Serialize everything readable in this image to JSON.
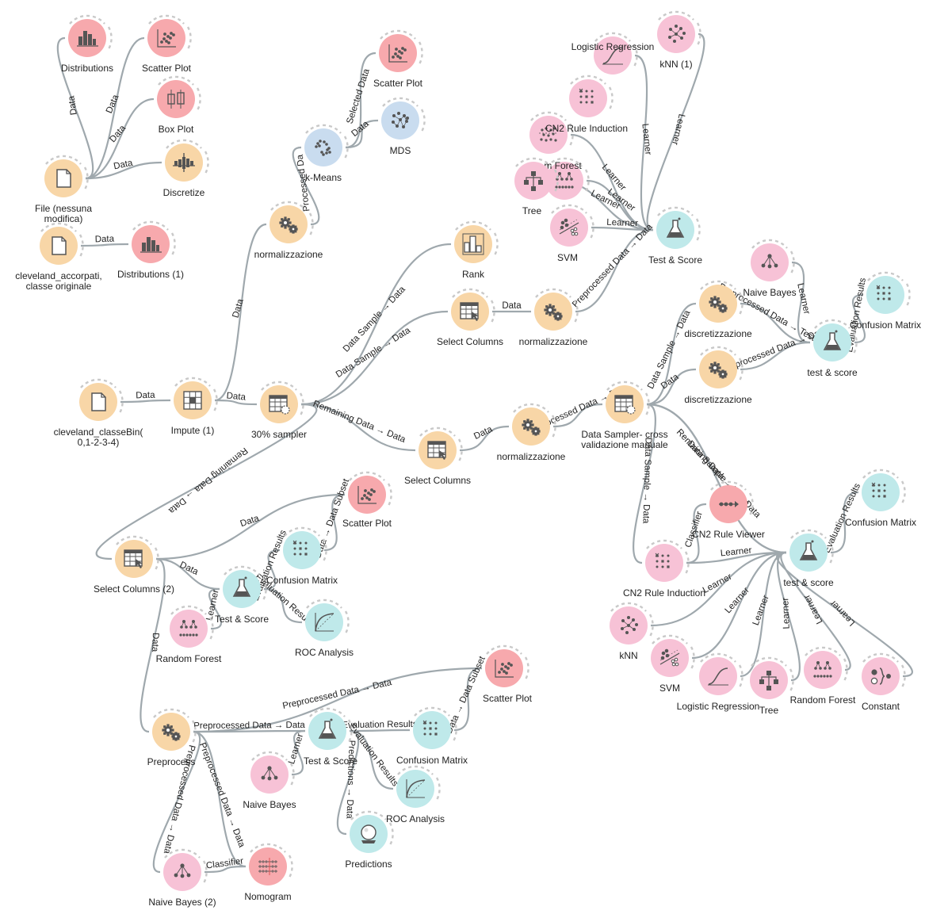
{
  "colors": {
    "data": "#f8d6a7",
    "visualize": "#f7a9ad",
    "model": "#f7c2d6",
    "evaluate": "#bfe9ea",
    "unsupervised": "#c9dcef",
    "link": "#9fa8ad",
    "glyph": "#555555"
  },
  "nodes": [
    {
      "id": "distributions",
      "label": "Distributions",
      "cat": "visualize",
      "icon": "bars-icon"
    },
    {
      "id": "scatter1",
      "label": "Scatter Plot",
      "cat": "visualize",
      "icon": "scatter-icon"
    },
    {
      "id": "boxplot",
      "label": "Box Plot",
      "cat": "visualize",
      "icon": "boxplot-icon"
    },
    {
      "id": "discretize",
      "label": "Discretize",
      "cat": "data",
      "icon": "discretize-icon"
    },
    {
      "id": "file",
      "label": "File (nessuna|modifica)",
      "cat": "data",
      "icon": "file-icon"
    },
    {
      "id": "cleve_acc",
      "label": "cleveland_accorpati,|classe originale",
      "cat": "data",
      "icon": "file-icon"
    },
    {
      "id": "dist1",
      "label": "Distributions (1)",
      "cat": "visualize",
      "icon": "bars-icon"
    },
    {
      "id": "kmeans",
      "label": "k-Means",
      "cat": "unsupervised",
      "icon": "kmeans-icon"
    },
    {
      "id": "scatter2",
      "label": "Scatter Plot",
      "cat": "visualize",
      "icon": "scatter-icon"
    },
    {
      "id": "mds",
      "label": "MDS",
      "cat": "unsupervised",
      "icon": "mds-icon"
    },
    {
      "id": "norm1",
      "label": "normalizzazione",
      "cat": "data",
      "icon": "gears-icon"
    },
    {
      "id": "cleve_bin",
      "label": "cleveland_classeBin(|0,1-2-3-4)",
      "cat": "data",
      "icon": "file-icon"
    },
    {
      "id": "impute",
      "label": "Impute (1)",
      "cat": "data",
      "icon": "impute-icon"
    },
    {
      "id": "sampler30",
      "label": "30% sampler",
      "cat": "data",
      "icon": "sampler-icon"
    },
    {
      "id": "rank",
      "label": "Rank",
      "cat": "data",
      "icon": "rank-icon"
    },
    {
      "id": "selcols1",
      "label": "Select Columns",
      "cat": "data",
      "icon": "selectcols-icon"
    },
    {
      "id": "norm2",
      "label": "normalizzazione",
      "cat": "data",
      "icon": "gears-icon"
    },
    {
      "id": "selcols2",
      "label": "Select Columns",
      "cat": "data",
      "icon": "selectcols-icon"
    },
    {
      "id": "norm3",
      "label": "normalizzazione",
      "cat": "data",
      "icon": "gears-icon"
    },
    {
      "id": "dsampler",
      "label": "Data Sampler- cross|validazione manuale",
      "cat": "data",
      "icon": "sampler-icon"
    },
    {
      "id": "logreg1",
      "label": "Logistic Regression",
      "cat": "model",
      "icon": "logreg-icon"
    },
    {
      "id": "knn1",
      "label": "kNN (1)",
      "cat": "model",
      "icon": "knn-icon"
    },
    {
      "id": "lr_extra",
      "label": "",
      "cat": "model",
      "icon": "matrix-icon"
    },
    {
      "id": "cn2a",
      "label": "CN2 Rule Induction",
      "cat": "model",
      "icon": "cn2-icon"
    },
    {
      "id": "rf1",
      "label": "m Forest",
      "cat": "model",
      "icon": "forest-icon"
    },
    {
      "id": "tree1",
      "label": "Tree",
      "cat": "model",
      "icon": "tree-icon"
    },
    {
      "id": "svm1",
      "label": "SVM",
      "cat": "model",
      "icon": "svm-icon"
    },
    {
      "id": "ts1",
      "label": "Test & Score",
      "cat": "evaluate",
      "icon": "flask-icon"
    },
    {
      "id": "nb1",
      "label": "Naive Bayes",
      "cat": "model",
      "icon": "naivebayes-icon"
    },
    {
      "id": "disc2",
      "label": "discretizzazione",
      "cat": "data",
      "icon": "gears-icon"
    },
    {
      "id": "disc3",
      "label": "discretizzazione",
      "cat": "data",
      "icon": "gears-icon"
    },
    {
      "id": "ts2",
      "label": "test & score",
      "cat": "evaluate",
      "icon": "flask-icon"
    },
    {
      "id": "cm1",
      "label": "Confusion Matrix",
      "cat": "evaluate",
      "icon": "matrix-icon"
    },
    {
      "id": "cn2viewer",
      "label": "CN2 Rule Viewer",
      "cat": "visualize",
      "icon": "ruleviewer-icon"
    },
    {
      "id": "cn2b",
      "label": "CN2 Rule Induction",
      "cat": "model",
      "icon": "matrix-icon"
    },
    {
      "id": "ts3",
      "label": "test & score",
      "cat": "evaluate",
      "icon": "flask-icon"
    },
    {
      "id": "cm2",
      "label": "Confusion Matrix",
      "cat": "evaluate",
      "icon": "matrix-icon"
    },
    {
      "id": "knn2",
      "label": "kNN",
      "cat": "model",
      "icon": "knn-icon"
    },
    {
      "id": "svm2",
      "label": "SVM",
      "cat": "model",
      "icon": "svm-icon"
    },
    {
      "id": "logreg2",
      "label": "Logistic Regression",
      "cat": "model",
      "icon": "logreg-icon"
    },
    {
      "id": "tree2",
      "label": "Tree",
      "cat": "model",
      "icon": "tree-icon"
    },
    {
      "id": "rf2",
      "label": "Random Forest",
      "cat": "model",
      "icon": "forest-icon"
    },
    {
      "id": "constant",
      "label": "Constant",
      "cat": "model",
      "icon": "constant-icon"
    },
    {
      "id": "selcols3",
      "label": "Select Columns (2)",
      "cat": "data",
      "icon": "selectcols-icon"
    },
    {
      "id": "scatter3",
      "label": "Scatter Plot",
      "cat": "visualize",
      "icon": "scatter-icon"
    },
    {
      "id": "cm3",
      "label": "Confusion Matrix",
      "cat": "evaluate",
      "icon": "matrix-icon"
    },
    {
      "id": "ts4",
      "label": "Test & Score",
      "cat": "evaluate",
      "icon": "flask-icon"
    },
    {
      "id": "roc1",
      "label": "ROC Analysis",
      "cat": "evaluate",
      "icon": "roc-icon"
    },
    {
      "id": "rf3",
      "label": "Random Forest",
      "cat": "model",
      "icon": "forest-icon"
    },
    {
      "id": "scatter4",
      "label": "Scatter Plot",
      "cat": "visualize",
      "icon": "scatter-icon"
    },
    {
      "id": "preprocess",
      "label": "Preprocess",
      "cat": "data",
      "icon": "gears-icon"
    },
    {
      "id": "ts5",
      "label": "Test & Score",
      "cat": "evaluate",
      "icon": "flask-icon"
    },
    {
      "id": "cm4",
      "label": "Confusion Matrix",
      "cat": "evaluate",
      "icon": "matrix-icon"
    },
    {
      "id": "nb2",
      "label": "Naive Bayes",
      "cat": "model",
      "icon": "naivebayes-icon"
    },
    {
      "id": "roc2",
      "label": "ROC Analysis",
      "cat": "evaluate",
      "icon": "roc-icon"
    },
    {
      "id": "predictions",
      "label": "Predictions",
      "cat": "evaluate",
      "icon": "predictions-icon"
    },
    {
      "id": "nb3",
      "label": "Naive Bayes (2)",
      "cat": "model",
      "icon": "naivebayes-icon"
    },
    {
      "id": "nomogram",
      "label": "Nomogram",
      "cat": "visualize",
      "icon": "nomogram-icon"
    }
  ],
  "links": [
    {
      "from": "file",
      "to": "distributions",
      "label": "Data"
    },
    {
      "from": "file",
      "to": "scatter1",
      "label": "Data"
    },
    {
      "from": "file",
      "to": "boxplot",
      "label": "Data"
    },
    {
      "from": "file",
      "to": "discretize",
      "label": "Data"
    },
    {
      "from": "cleve_acc",
      "to": "dist1",
      "label": "Data"
    },
    {
      "from": "norm1",
      "to": "kmeans",
      "label": "Processed Da"
    },
    {
      "from": "kmeans",
      "to": "scatter2",
      "label": "Selected Data"
    },
    {
      "from": "kmeans",
      "to": "mds",
      "label": "Data"
    },
    {
      "from": "impute",
      "to": "norm1",
      "label": "Data"
    },
    {
      "from": "cleve_bin",
      "to": "impute",
      "label": "Data"
    },
    {
      "from": "impute",
      "to": "sampler30",
      "label": "Data"
    },
    {
      "from": "sampler30",
      "to": "rank",
      "label": "Data Sample → Data"
    },
    {
      "from": "sampler30",
      "to": "selcols1",
      "label": "Data Sample → Data"
    },
    {
      "from": "selcols1",
      "to": "norm2",
      "label": "Data"
    },
    {
      "from": "norm2",
      "to": "ts1",
      "label": "Preprocessed Data → Data"
    },
    {
      "from": "sampler30",
      "to": "selcols2",
      "label": "Remaining Data → Data"
    },
    {
      "from": "selcols2",
      "to": "norm3",
      "label": "Data"
    },
    {
      "from": "norm3",
      "to": "dsampler",
      "label": "Preprocessed Data → Data"
    },
    {
      "from": "sampler30",
      "to": "selcols3",
      "label": "Remaining Data → Data"
    },
    {
      "from": "logreg1",
      "to": "ts1",
      "label": "Learner"
    },
    {
      "from": "knn1",
      "to": "ts1",
      "label": "Learner"
    },
    {
      "from": "cn2a",
      "to": "ts1",
      "label": "Learner"
    },
    {
      "from": "rf1",
      "to": "ts1",
      "label": "Learner"
    },
    {
      "from": "tree1",
      "to": "ts1",
      "label": "Learner"
    },
    {
      "from": "svm1",
      "to": "ts1",
      "label": "Learner"
    },
    {
      "from": "dsampler",
      "to": "disc2",
      "label": "Data Sample → Data"
    },
    {
      "from": "dsampler",
      "to": "disc3",
      "label": "Data"
    },
    {
      "from": "disc2",
      "to": "ts2",
      "label": "Preprocessed Data → Test Data"
    },
    {
      "from": "disc3",
      "to": "ts2",
      "label": "Preprocessed Data → Data"
    },
    {
      "from": "nb1",
      "to": "ts2",
      "label": "Learner"
    },
    {
      "from": "ts2",
      "to": "cm1",
      "label": "Evaluation Results"
    },
    {
      "from": "dsampler",
      "to": "cn2b",
      "label": "Data Sample → Data"
    },
    {
      "from": "dsampler",
      "to": "ts3",
      "label": "Remaining Data → Test Data"
    },
    {
      "from": "dsampler",
      "to": "ts3",
      "label": "Data Sample → Data"
    },
    {
      "from": "cn2b",
      "to": "cn2viewer",
      "label": "Classifier"
    },
    {
      "from": "cn2b",
      "to": "ts3",
      "label": "Learner"
    },
    {
      "from": "ts3",
      "to": "cm2",
      "label": "Evaluation Results"
    },
    {
      "from": "knn2",
      "to": "ts3",
      "label": "Learner"
    },
    {
      "from": "svm2",
      "to": "ts3",
      "label": "Learner"
    },
    {
      "from": "logreg2",
      "to": "ts3",
      "label": "Learner"
    },
    {
      "from": "tree2",
      "to": "ts3",
      "label": "Learner"
    },
    {
      "from": "rf2",
      "to": "ts3",
      "label": "Learner"
    },
    {
      "from": "constant",
      "to": "ts3",
      "label": "Learner"
    },
    {
      "from": "selcols3",
      "to": "scatter3",
      "label": "Data"
    },
    {
      "from": "selcols3",
      "to": "ts4",
      "label": "Data"
    },
    {
      "from": "ts4",
      "to": "cm3",
      "label": "Evaluation Results"
    },
    {
      "from": "ts4",
      "to": "roc1",
      "label": "Evaluation Results"
    },
    {
      "from": "cm3",
      "to": "scatter3",
      "label": "Data → Data Subset"
    },
    {
      "from": "rf3",
      "to": "ts4",
      "label": "Learner"
    },
    {
      "from": "selcols3",
      "to": "preprocess",
      "label": "Data"
    },
    {
      "from": "preprocess",
      "to": "scatter4",
      "label": "Preprocessed Data → Data"
    },
    {
      "from": "preprocess",
      "to": "ts5",
      "label": "Preprocessed Data → Data"
    },
    {
      "from": "ts5",
      "to": "cm4",
      "label": "Evaluation Results"
    },
    {
      "from": "cm4",
      "to": "scatter4",
      "label": "Data → Data Subset"
    },
    {
      "from": "ts5",
      "to": "roc2",
      "label": "Evaluation Results"
    },
    {
      "from": "ts5",
      "to": "predictions",
      "label": "Predictions → Data"
    },
    {
      "from": "nb2",
      "to": "ts5",
      "label": "Learner"
    },
    {
      "from": "preprocess",
      "to": "nb3",
      "label": "Preprocessed Data → Data"
    },
    {
      "from": "preprocess",
      "to": "nomogram",
      "label": "Preprocessed Data → Data"
    },
    {
      "from": "nb3",
      "to": "nomogram",
      "label": "Classifier"
    }
  ]
}
